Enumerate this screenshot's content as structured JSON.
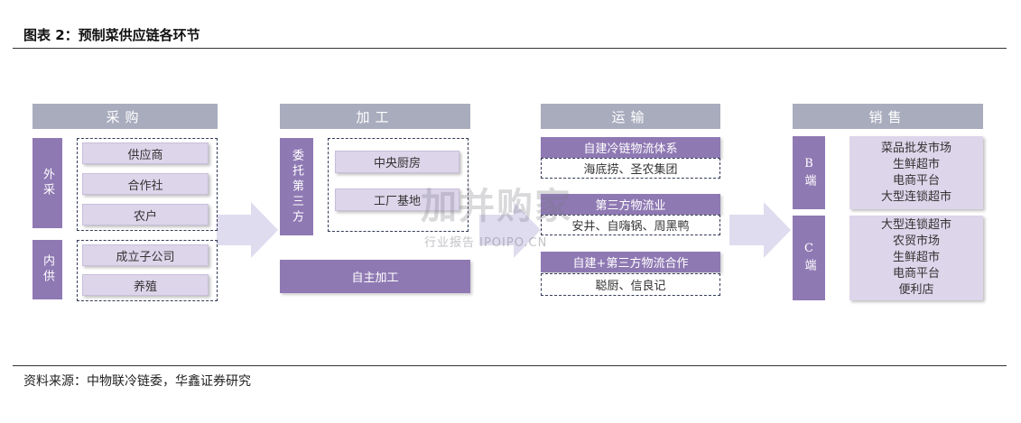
{
  "title": "图表 2：预制菜供应链各环节",
  "sections": {
    "procure": "采购",
    "process": "加工",
    "transport": "运输",
    "sales": "销售"
  },
  "procure": {
    "external_label": "外采",
    "external_items": [
      "供应商",
      "合作社",
      "农户"
    ],
    "internal_label": "内供",
    "internal_items": [
      "成立子公司",
      "养殖"
    ]
  },
  "process": {
    "commission_label": "委托第三方",
    "commission_items": [
      "中央厨房",
      "工厂基地"
    ],
    "self": "自主加工"
  },
  "transport": {
    "groups": [
      {
        "label": "自建冷链物流体系",
        "examples": "海底捞、圣农集团"
      },
      {
        "label": "第三方物流业",
        "examples": "安井、自嗨锅、周黑鸭"
      },
      {
        "label": "自建+第三方物流合作",
        "examples": "聪厨、信良记"
      }
    ]
  },
  "sales": {
    "b_label": "B端",
    "b_items": [
      "菜品批发市场",
      "生鲜超市",
      "电商平台",
      "大型连锁超市"
    ],
    "c_label": "C端",
    "c_items": [
      "大型连锁超市",
      "农贸市场",
      "生鲜超市",
      "电商平台",
      "便利店"
    ]
  },
  "watermark": {
    "main": "加并购家",
    "sub": "行业报告 IPOIPO.CN"
  },
  "source": "资料来源：中物联冷链委，华鑫证券研究",
  "colors": {
    "header": "#a9acbd",
    "purple": "#8f79b3",
    "item": "#ddd5ea",
    "arrow": "#e0dcef"
  }
}
